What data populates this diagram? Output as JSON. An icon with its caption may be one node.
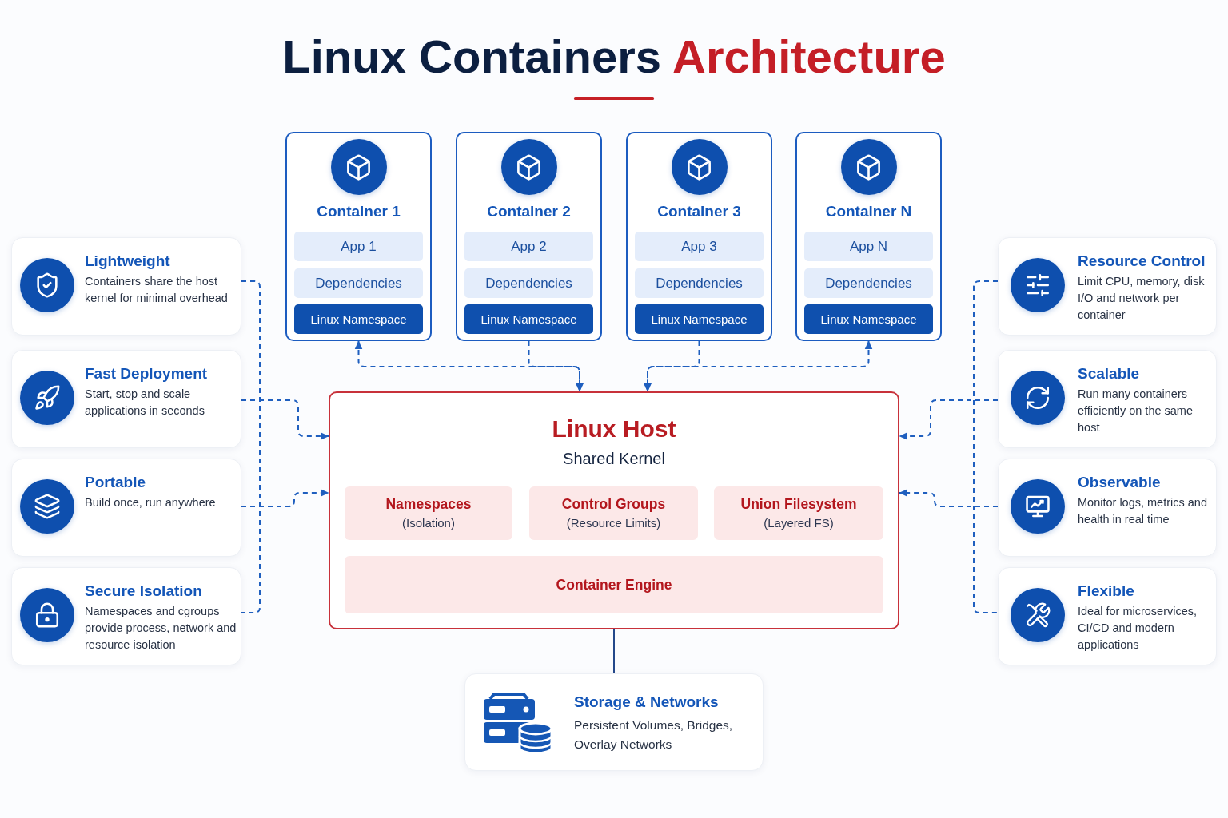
{
  "diagram": {
    "title": "Linux Containers Architecture",
    "nodes": [
      {
        "text": [
          "Container 1"
        ]
      },
      {
        "text": [
          "App 1"
        ],
        "in": 0
      },
      {
        "text": [
          "Dependencies"
        ],
        "in": 0
      },
      {
        "text": [
          "Linux Namespace"
        ],
        "in": 0
      },
      {
        "text": [
          "Container 2"
        ]
      },
      {
        "text": [
          "App 2"
        ],
        "in": 4
      },
      {
        "text": [
          "Dependencies"
        ],
        "in": 4
      },
      {
        "text": [
          "Linux Namespace"
        ],
        "in": 4
      },
      {
        "text": [
          "Container 3"
        ]
      },
      {
        "text": [
          "App 3"
        ],
        "in": 8
      },
      {
        "text": [
          "Dependencies"
        ],
        "in": 8
      },
      {
        "text": [
          "Linux Namespace"
        ],
        "in": 8
      },
      {
        "text": [
          "Container N"
        ]
      },
      {
        "text": [
          "App N"
        ],
        "in": 12
      },
      {
        "text": [
          "Dependencies"
        ],
        "in": 12
      },
      {
        "text": [
          "Linux Namespace"
        ],
        "in": 12
      },
      {
        "text": [
          "Lightweight",
          "Containers share the host kernel for minimal overhead"
        ]
      },
      {
        "text": [
          "Resource Control",
          "Limit CPU, memory, disk I/O and network per container"
        ]
      },
      {
        "text": [
          "Linux Host",
          "Shared Kernel"
        ]
      },
      {
        "text": [
          "Namespaces",
          "(Isolation)"
        ],
        "in": 18
      },
      {
        "text": [
          "Control Groups",
          "(Resource Limits)"
        ],
        "in": 18
      },
      {
        "text": [
          "Union Filesystem",
          "(Layered FS)"
        ],
        "in": 18
      },
      {
        "text": [
          "Container Engine"
        ],
        "in": 18
      },
      {
        "text": [
          "Fast Deployment",
          "Start, stop and scale applications in seconds"
        ]
      },
      {
        "text": [
          "Scalable",
          "Run many containers efficiently on the same host"
        ]
      },
      {
        "text": [
          "Portable",
          "Build once, run anywhere"
        ]
      },
      {
        "text": [
          "Observable",
          "Monitor logs, metrics and health in real time"
        ]
      },
      {
        "text": [
          "Secure Isolation",
          "Namespaces and cgroups provide process, network and resource isolation"
        ]
      },
      {
        "text": [
          "Flexible",
          "Ideal for microservices, CI/CD and modern applications"
        ]
      },
      {
        "text": [
          "Storage & Networks",
          "Persistent Volumes, Bridges, Overlay Networks"
        ]
      }
    ],
    "edges": [
      {
        "from": 0,
        "to": 18,
        "arrow": "both",
        "style": "dashed"
      },
      {
        "from": 4,
        "to": 18,
        "arrow": "to",
        "style": "dashed"
      },
      {
        "from": 8,
        "to": 18,
        "arrow": "to",
        "style": "dashed"
      },
      {
        "from": 12,
        "to": 18,
        "arrow": "both",
        "style": "dashed"
      },
      {
        "from": 16,
        "to": 27,
        "arrow": "none",
        "style": "dashed"
      },
      {
        "from": 23,
        "to": 18,
        "arrow": "to",
        "style": "dashed"
      },
      {
        "from": 25,
        "to": 18,
        "arrow": "to",
        "style": "dashed"
      },
      {
        "from": 17,
        "to": 28,
        "arrow": "none",
        "style": "dashed"
      },
      {
        "from": 24,
        "to": 18,
        "arrow": "to",
        "style": "dashed"
      },
      {
        "from": 26,
        "to": 18,
        "arrow": "to",
        "style": "dashed"
      },
      {
        "from": 18,
        "to": 29,
        "arrow": "none",
        "color": "#24488a"
      }
    ]
  }
}
